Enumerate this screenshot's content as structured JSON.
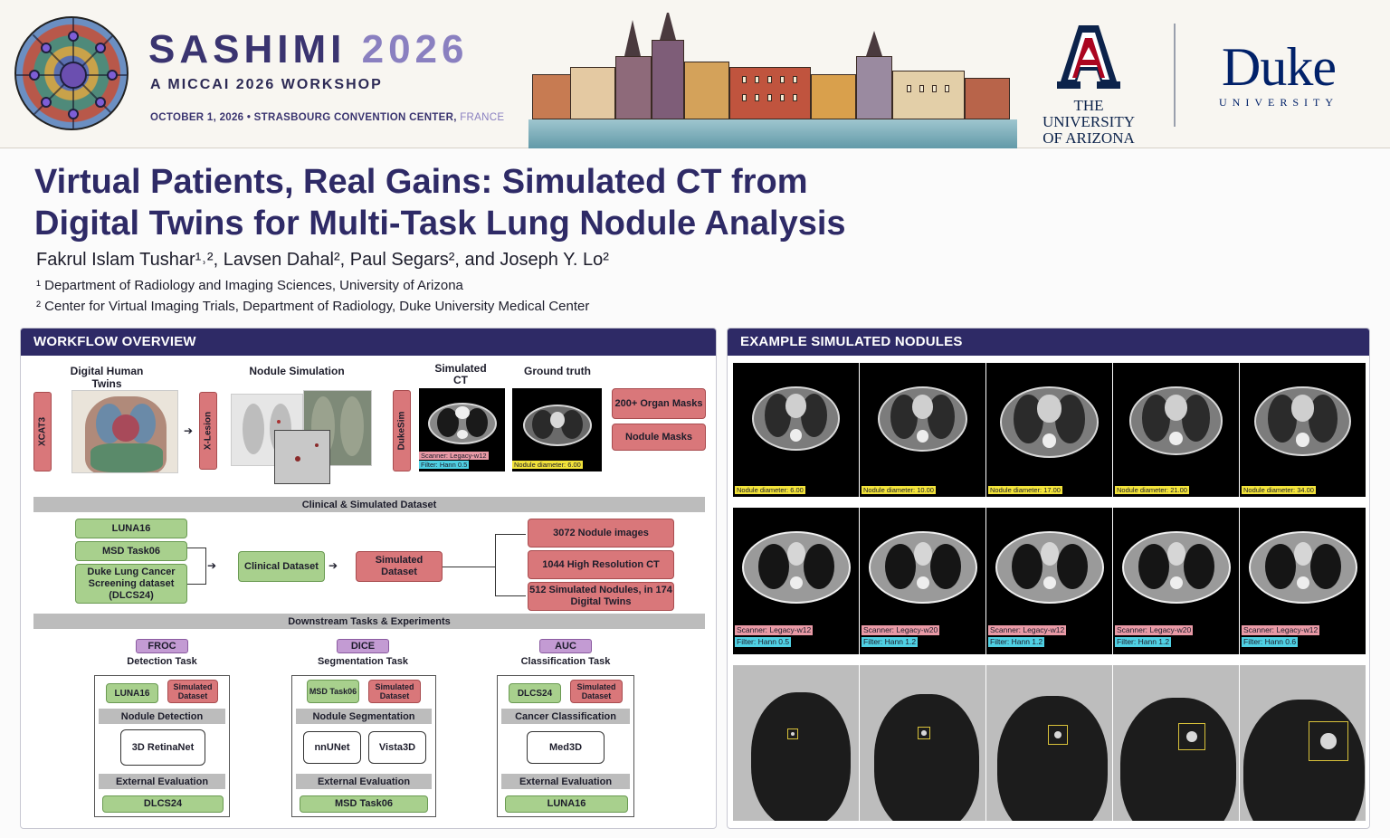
{
  "banner": {
    "conference": "SASHIMI",
    "year": "2026",
    "subtitle": "A MICCAI 2026 WORKSHOP",
    "date_location": "OCTOBER 1, 2026 • STRASBOURG CONVENTION CENTER,",
    "country": "FRANCE",
    "ua_line1": "THE UNIVERSITY",
    "ua_line2": "OF ARIZONA",
    "duke_name": "Duke",
    "duke_univ": "UNIVERSITY"
  },
  "paper": {
    "title_line1": "Virtual Patients, Real Gains: Simulated CT from",
    "title_line2": "Digital Twins for Multi-Task Lung Nodule Analysis",
    "authors": "Fakrul Islam Tushar¹˒², Lavsen Dahal², Paul Segars², and Joseph Y. Lo²",
    "affiliation1": "¹ Department of Radiology and Imaging Sciences, University of Arizona",
    "affiliation2": "² Center for Virtual Imaging Trials, Department of Radiology, Duke University Medical Center"
  },
  "workflow": {
    "header": "WORKFLOW OVERVIEW",
    "col_digital_twins": "Digital Human Twins",
    "col_nodule_sim": "Nodule Simulation",
    "col_simulated_ct": "Simulated CT",
    "col_ground_truth": "Ground truth",
    "xcat": "XCAT3",
    "xlesion": "X-Lesion",
    "dukesim": "DukeSim",
    "sim_ct_scanner": "Scanner: Legacy-w12",
    "sim_ct_filter": "Filter: Hann 0.5",
    "gt_diameter": "Nodule diameter: 6.00",
    "organ_masks": "200+ Organ Masks",
    "nodule_masks": "Nodule Masks",
    "dataset_bar": "Clinical & Simulated Dataset",
    "sources": [
      "LUNA16",
      "MSD Task06",
      "Duke Lung Cancer Screening dataset (DLCS24)"
    ],
    "clinical_dataset": "Clinical Dataset",
    "simulated_dataset": "Simulated Dataset",
    "outputs": [
      "3072 Nodule images",
      "1044 High Resolution CT",
      "512 Simulated Nodules, in 174 Digital Twins"
    ],
    "downstream_bar": "Downstream Tasks & Experiments",
    "tasks": [
      {
        "metric": "FROC",
        "name": "Detection Task",
        "train_a": "LUNA16",
        "train_b": "Simulated Dataset",
        "stage": "Nodule Detection",
        "models": [
          "3D RetinaNet"
        ],
        "eval_label": "External Evaluation",
        "eval_set": "DLCS24"
      },
      {
        "metric": "DICE",
        "name": "Segmentation Task",
        "train_a": "MSD Task06",
        "train_b": "Simulated Dataset",
        "stage": "Nodule Segmentation",
        "models": [
          "nnUNet",
          "Vista3D"
        ],
        "eval_label": "External Evaluation",
        "eval_set": "MSD Task06"
      },
      {
        "metric": "AUC",
        "name": "Classification Task",
        "train_a": "DLCS24",
        "train_b": "Simulated Dataset",
        "stage": "Cancer Classification",
        "models": [
          "Med3D"
        ],
        "eval_label": "External Evaluation",
        "eval_set": "LUNA16"
      }
    ]
  },
  "examples": {
    "header": "EXAMPLE SIMULATED NODULES",
    "row1_diameters": [
      "Nodule diameter: 6.00",
      "Nodule diameter: 10.00",
      "Nodule diameter: 17.00",
      "Nodule diameter: 21.00",
      "Nodule diameter: 34.00"
    ],
    "row2_scanners": [
      "Scanner: Legacy-w12",
      "Scanner: Legacy-w20",
      "Scanner: Legacy-w12",
      "Scanner: Legacy-w20",
      "Scanner: Legacy-w12"
    ],
    "row2_filters": [
      "Filter: Hann 0.5",
      "Filter: Hann 1.2",
      "Filter: Hann 1.2",
      "Filter: Hann 1.2",
      "Filter: Hann 0.6"
    ]
  },
  "colors": {
    "brand_purple": "#2e2a66",
    "sim_red": "#d9777a",
    "clinical_green": "#a8d08d",
    "metric_purple": "#c39bd3",
    "ua_red": "#ab0520",
    "ua_blue": "#0c234b",
    "duke_blue": "#012169"
  }
}
